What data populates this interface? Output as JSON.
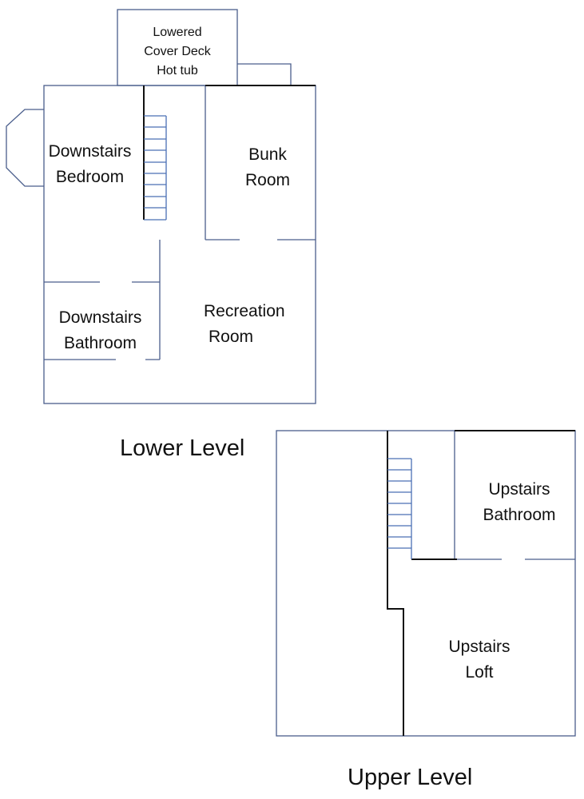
{
  "colors": {
    "wall": "#4a5e8c",
    "stair": "#4a6fb5",
    "dark_wall": "#111111"
  },
  "lower_level": {
    "title": "Lower Level",
    "deck": [
      "Lowered",
      "Cover Deck",
      "Hot tub"
    ],
    "downstairs_bedroom": [
      "Downstairs",
      "Bedroom"
    ],
    "bunk_room": [
      "Bunk",
      "Room"
    ],
    "downstairs_bathroom": [
      "Downstairs",
      "Bathroom"
    ],
    "recreation_room": [
      "Recreation",
      "Room"
    ]
  },
  "upper_level": {
    "title": "Upper Level",
    "upstairs_bathroom": [
      "Upstairs",
      "Bathroom"
    ],
    "upstairs_loft": [
      "Upstairs",
      "Loft"
    ]
  }
}
